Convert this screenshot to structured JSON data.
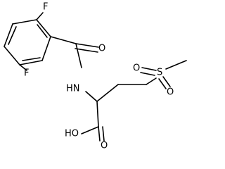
{
  "molecule": {
    "labels": {
      "f_top": "F",
      "f_bottom": "F",
      "carbonyl_o": "O",
      "nh": "HN",
      "sulfur": "S",
      "sulfonyl_o_left": "O",
      "sulfonyl_o_bottom": "O",
      "hydroxyl": "HO",
      "acid_o": "O"
    }
  }
}
